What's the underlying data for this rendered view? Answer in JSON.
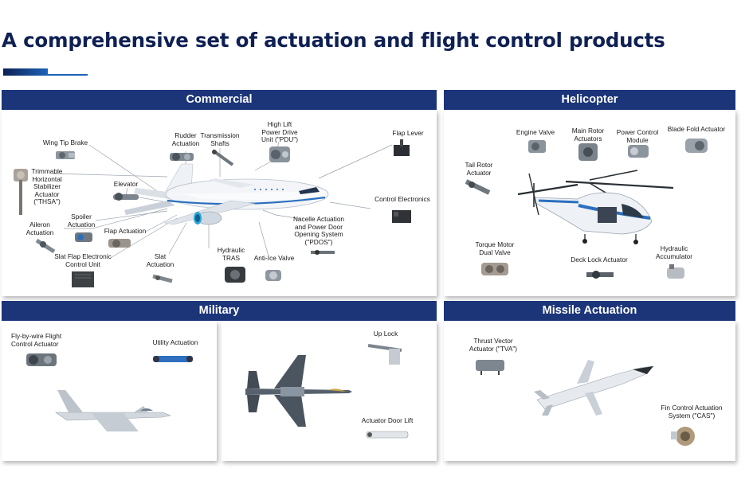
{
  "title": "A comprehensive set of actuation and flight control products",
  "sections": {
    "commercial": {
      "header": "Commercial",
      "labels": {
        "wing_tip_brake": "Wing Tip Brake",
        "rudder": "Rudder\nActuation",
        "transmission": "Transmission\nShafts",
        "pdu": "High Lift\nPower Drive\nUnit (\"PDU\")",
        "flap_lever": "Flap Lever",
        "thsa": "Trimmable\nHorizontal\nStabilizer\nActuator\n(\"THSA\")",
        "elevator": "Elevator",
        "control_electronics": "Control Electronics",
        "aileron": "Aileron\nActuation",
        "spoiler": "Spoiler\nActuation",
        "flap_actuation": "Flap Actuation",
        "nacelle": "Nacelle Actuation\nand Power Door\nOpening System\n(\"PDOS\")",
        "slat_flap": "Slat Flap Electronic\nControl Unit",
        "slat": "Slat\nActuation",
        "hydraulic_tras": "Hydraulic\nTRAS",
        "anti_ice": "Anti-Ice Valve"
      }
    },
    "helicopter": {
      "header": "Helicopter",
      "labels": {
        "engine_valve": "Engine Valve",
        "main_rotor": "Main Rotor\nActuators",
        "power_control": "Power Control\nModule",
        "blade_fold": "Blade Fold Actuator",
        "tail_rotor": "Tail Rotor\nActuator",
        "torque_motor": "Torque Motor\nDual Valve",
        "deck_lock": "Deck Lock Actuator",
        "hydraulic_accumulator": "Hydraulic\nAccumulator"
      }
    },
    "military": {
      "header": "Military",
      "labels": {
        "fbw": "Fly-by-wire Flight\nControl Actuator",
        "utility": "Utility Actuation",
        "up_lock": "Up Lock",
        "door_lift": "Actuator Door Lift"
      }
    },
    "missile": {
      "header": "Missile Actuation",
      "labels": {
        "tva": "Thrust Vector\nActuator (\"TVA\")",
        "cas": "Fin Control Actuation\nSystem (\"CAS\")"
      }
    }
  },
  "colors": {
    "header_bg": "#1c3579",
    "title_text": "#0f2054",
    "accent": "#1c63b8"
  }
}
